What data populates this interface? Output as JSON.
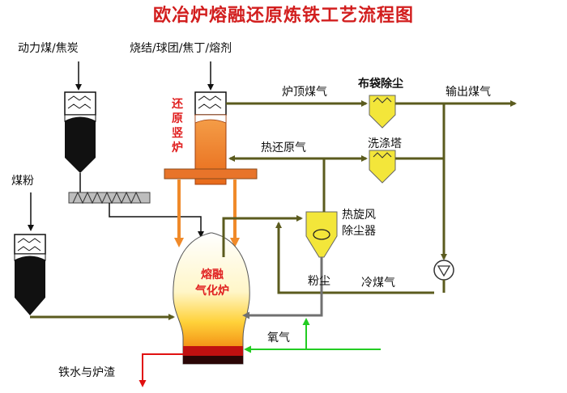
{
  "title": "欧冶炉熔融还原炼铁工艺流程图",
  "labels": {
    "power_coal": "动力煤/焦炭",
    "sinter_feed": "烧结/球团/焦丁/熔剂",
    "coal_powder": "煤粉",
    "top_gas": "炉顶煤气",
    "bag_filter": "布袋除尘",
    "export_gas": "输出煤气",
    "hot_reducing_gas": "热还原气",
    "scrubber": "洗涤塔",
    "hot_cyclone_line1": "热旋风",
    "hot_cyclone_line2": "除尘器",
    "dust": "粉尘",
    "cold_gas": "冷煤气",
    "oxygen": "氧气",
    "hot_metal_slag": "铁水与炉渣"
  },
  "shaft_label": [
    "还",
    "原",
    "竖",
    "炉"
  ],
  "gasifier_label": [
    "熔融",
    "气化炉"
  ],
  "colors": {
    "title": "#d21e1e",
    "gas_line": "#5b5b1e",
    "orange_arrow": "#f08a2a",
    "oxygen_line": "#22cc22",
    "outlet_line": "#e01010",
    "grey_line": "#707070",
    "filter_yellow": "#f3e63a"
  }
}
